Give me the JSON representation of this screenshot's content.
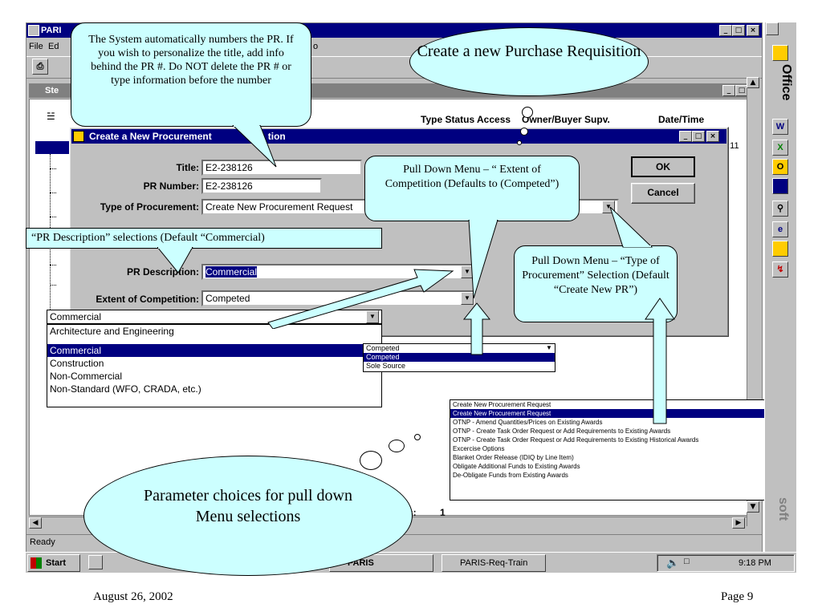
{
  "app": {
    "title": "PARI",
    "menu": [
      "File",
      "Ed",
      "o"
    ],
    "status": "Ready"
  },
  "inner_window": {
    "title": "Ste"
  },
  "columns": {
    "type_status_access": "Type Status Access",
    "owner": "Owner/Buyer Supv.",
    "datetime": "Date/Time",
    "time_val": "0:11",
    "count_label": "s:",
    "count_val": "1"
  },
  "dialog": {
    "title": "Create a New Procurement",
    "title_suffix": "tion",
    "title_label": "Title:",
    "title_value": "E2-238126",
    "pr_number_label": "PR Number:",
    "pr_number_value": "E2-238126",
    "type_label": "Type of Procurement:",
    "type_value": "Create New Procurement Request",
    "pr_desc_label": "PR Description:",
    "pr_desc_value": "Commercial",
    "extent_label": "Extent of Competition:",
    "extent_value": "Competed",
    "ok_label": "OK",
    "cancel_label": "Cancel"
  },
  "pr_description_list": {
    "selected": "Commercial",
    "items": [
      "Architecture and Engineering",
      "Commercial",
      "Construction",
      "Non-Commercial",
      "Non-Standard (WFO, CRADA, etc.)"
    ]
  },
  "extent_list": {
    "selected": "Competed",
    "items": [
      "Competed",
      "Sole Source"
    ]
  },
  "type_list": {
    "selected": "Create New Procurement Request",
    "items": [
      "Create New Procurement Request",
      "OTNP - Amend Quantities/Prices on Existing Awards",
      "OTNP - Create Task Order Request or Add Requirements to Existing Awards",
      "OTNP - Create Task Order Request or Add Requirements to Existing Historical Awards",
      "Excercise Options",
      "Blanket Order Release (IDIQ by Line Item)",
      "Obligate Additional Funds to Existing Awards",
      "De-Obligate Funds from Existing Awards"
    ]
  },
  "callouts": {
    "autonumber": "The System automatically numbers the PR.  If you wish to personalize the title, add info behind the PR #.  Do NOT delete the PR # or type information before the number",
    "create_new": "Create a new Purchase Requisition",
    "extent_pulldown": "Pull Down Menu – “ Extent of Competition (Defaults to (Competed”)",
    "pr_desc_sel": "“PR Description” selections (Default “Commercial)",
    "type_pulldown": "Pull Down Menu – “Type of Procurement” Selection (Default “Create New PR”)",
    "parameter": "Parameter choices for pull down Menu selections"
  },
  "taskbar": {
    "start": "Start",
    "paris": "PARIS",
    "paris_req": "PARIS-Req-Train",
    "clock": "9:18 PM"
  },
  "office_bar": {
    "label": "Office",
    "soft": "soft"
  },
  "footer": {
    "date": "August 26, 2002",
    "page": "Page 9"
  },
  "colors": {
    "callout": "#ccffff",
    "titlebar": "#000080",
    "face": "#c0c0c0"
  }
}
